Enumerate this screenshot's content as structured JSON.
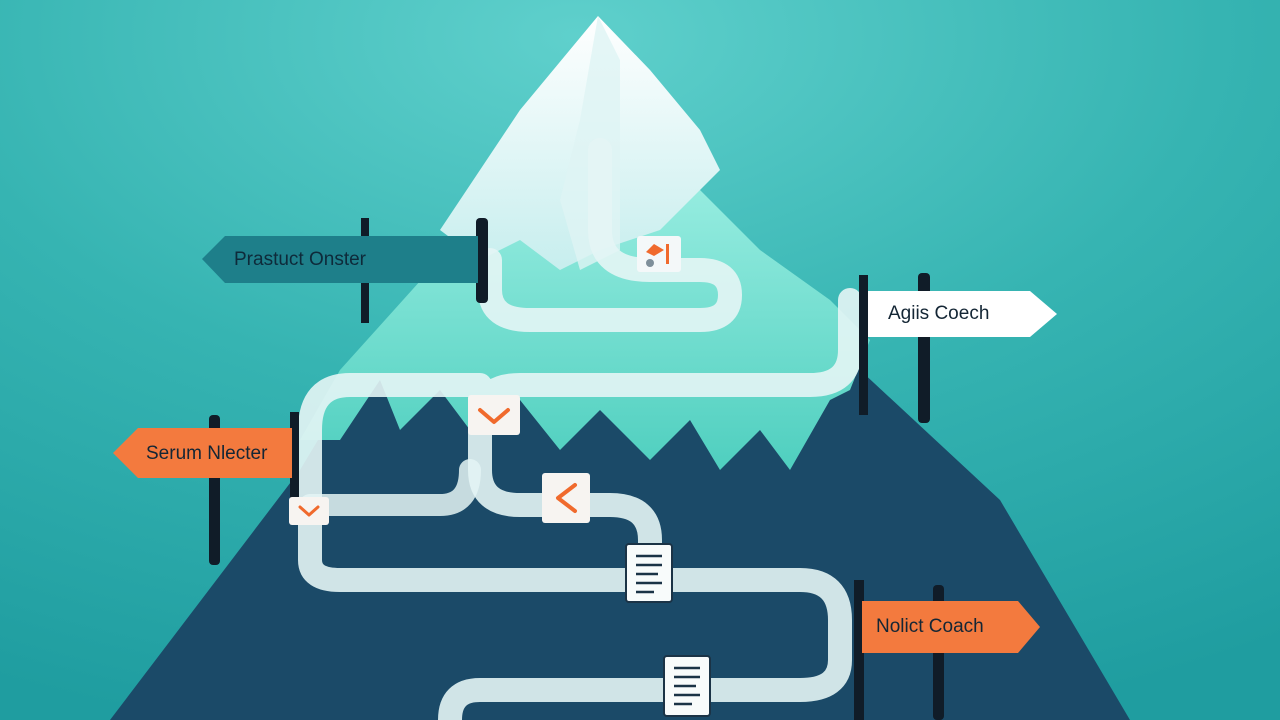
{
  "signs": {
    "product_owner": "Prastuct Onster",
    "agile_coach": "Agiis Coech",
    "scrum_master": "Serum Nlecter",
    "value_coach": "Nolict Coach"
  },
  "colors": {
    "background": "#2fb0ae",
    "mountain_dark": "#1b4a68",
    "mountain_mid": "#6cdcc9",
    "snow": "#e9f6f6",
    "path": "#e4f5f5",
    "sign_teal": "#1e7f8a",
    "sign_white": "#ffffff",
    "sign_orange": "#f37a3e",
    "post": "#101c28",
    "accent_orange": "#f06a2d"
  },
  "icons": [
    "flag-icon",
    "chevron-down-icon",
    "chevron-down-icon",
    "chevron-left-icon",
    "document-icon",
    "document-icon"
  ]
}
